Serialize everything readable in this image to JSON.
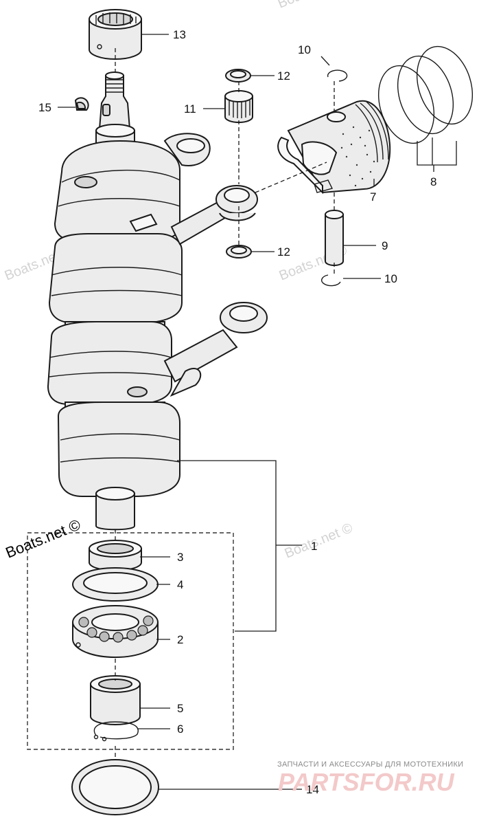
{
  "diagram": {
    "callouts": {
      "c1": "1",
      "c2": "2",
      "c3": "3",
      "c4": "4",
      "c5": "5",
      "c6": "6",
      "c7": "7",
      "c8": "8",
      "c9": "9",
      "c10a": "10",
      "c10b": "10",
      "c11": "11",
      "c12a": "12",
      "c12b": "12",
      "c13": "13",
      "c14": "14",
      "c15": "15"
    },
    "watermark": "Boats.net ©",
    "brand_label": "Boats.net ©",
    "shop_tagline": "ЗАПЧАСТИ И АКСЕССУАРЫ ДЛЯ МОТОТЕХНИКИ",
    "shop_logo": "PARTSFOR.RU"
  },
  "colors": {
    "line": "#1a1a1a",
    "watermark": "#d3d3d3",
    "logo": "#f3c9c9"
  }
}
